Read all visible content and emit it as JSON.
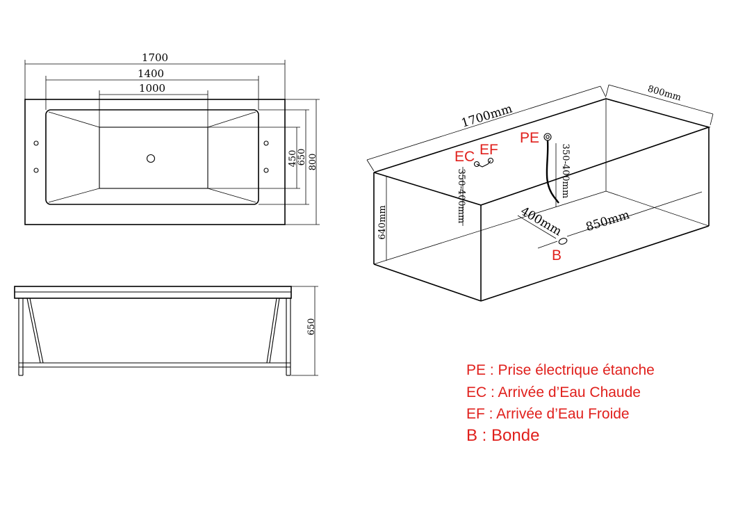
{
  "top_view": {
    "dim_overall_length": "1700",
    "dim_basin_length": "1400",
    "dim_floor_length": "1000",
    "dim_floor_width": "450",
    "dim_basin_width": "650",
    "dim_overall_width": "800"
  },
  "side_view": {
    "dim_height": "650"
  },
  "iso_view": {
    "dim_length": "1700mm",
    "dim_width": "800mm",
    "dim_height": "640mm",
    "dim_pe_height": "350-400mm",
    "dim_ec_height": "350-400mm",
    "dim_drain_offset": "400mm",
    "dim_drain_length": "850mm",
    "tag_pe": "PE",
    "tag_ec": "EC",
    "tag_ef": "EF",
    "tag_b": "B"
  },
  "legend": {
    "pe": "PE : Prise électrique étanche",
    "ec": "EC : Arrivée d’Eau Chaude",
    "ef": "EF : Arrivée d’Eau Froide",
    "b": "B : Bonde"
  },
  "colors": {
    "line": "#000000",
    "annotation": "#e0201c"
  }
}
